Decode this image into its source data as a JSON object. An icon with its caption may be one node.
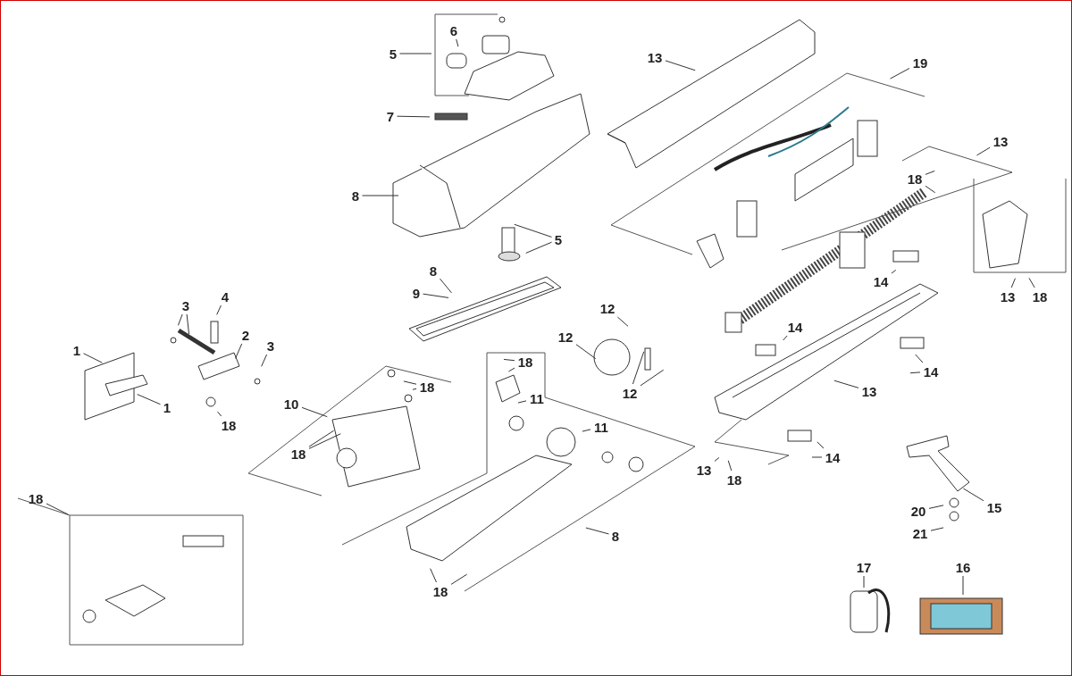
{
  "diagram": {
    "nodes": [
      {
        "text": [
          "5"
        ]
      },
      {
        "text": [
          "6"
        ]
      },
      {
        "text": [
          "7"
        ]
      },
      {
        "text": [
          "8"
        ]
      },
      {
        "text": [
          "13"
        ]
      },
      {
        "text": [
          "19"
        ]
      },
      {
        "text": [
          "5"
        ]
      },
      {
        "text": [
          "8"
        ]
      },
      {
        "text": [
          "9"
        ]
      },
      {
        "text": [
          "13"
        ]
      },
      {
        "text": [
          "18"
        ]
      },
      {
        "text": [
          "13"
        ]
      },
      {
        "text": [
          "18"
        ]
      },
      {
        "text": [
          "14"
        ]
      },
      {
        "text": [
          "3"
        ]
      },
      {
        "text": [
          "4"
        ]
      },
      {
        "text": [
          "2"
        ]
      },
      {
        "text": [
          "3"
        ]
      },
      {
        "text": [
          "1"
        ]
      },
      {
        "text": [
          "1"
        ]
      },
      {
        "text": [
          "18"
        ]
      },
      {
        "text": [
          "10"
        ]
      },
      {
        "text": [
          "18"
        ]
      },
      {
        "text": [
          "18"
        ]
      },
      {
        "text": [
          "12"
        ]
      },
      {
        "text": [
          "12"
        ]
      },
      {
        "text": [
          "12"
        ]
      },
      {
        "text": [
          "18"
        ]
      },
      {
        "text": [
          "11"
        ]
      },
      {
        "text": [
          "11"
        ]
      },
      {
        "text": [
          "14"
        ]
      },
      {
        "text": [
          "14"
        ]
      },
      {
        "text": [
          "13"
        ]
      },
      {
        "text": [
          "13"
        ]
      },
      {
        "text": [
          "18"
        ]
      },
      {
        "text": [
          "14"
        ]
      },
      {
        "text": [
          "15"
        ]
      },
      {
        "text": [
          "20"
        ]
      },
      {
        "text": [
          "21"
        ]
      },
      {
        "text": [
          "8"
        ]
      },
      {
        "text": [
          "18"
        ]
      },
      {
        "text": [
          "18"
        ]
      },
      {
        "text": [
          "17"
        ]
      },
      {
        "text": [
          "16"
        ]
      }
    ],
    "edges": [
      {
        "from": 0,
        "to": null,
        "arrow": "none"
      },
      {
        "from": 1,
        "to": null,
        "arrow": "none"
      },
      {
        "from": 2,
        "to": null,
        "arrow": "none"
      },
      {
        "from": 3,
        "to": null,
        "arrow": "none"
      },
      {
        "from": 4,
        "to": null,
        "arrow": "none"
      },
      {
        "from": 5,
        "to": null,
        "arrow": "none"
      },
      {
        "from": 6,
        "to": null,
        "arrow": "none"
      },
      {
        "from": 6,
        "to": null,
        "arrow": "none"
      },
      {
        "from": 7,
        "to": null,
        "arrow": "none"
      },
      {
        "from": 8,
        "to": null,
        "arrow": "none"
      },
      {
        "from": 9,
        "to": null,
        "arrow": "none"
      },
      {
        "from": 10,
        "to": null,
        "arrow": "none"
      },
      {
        "from": 10,
        "to": null,
        "arrow": "none"
      },
      {
        "from": 11,
        "to": null,
        "arrow": "none"
      },
      {
        "from": 12,
        "to": null,
        "arrow": "none"
      },
      {
        "from": 13,
        "to": null,
        "arrow": "none"
      },
      {
        "from": 14,
        "to": null,
        "arrow": "none"
      },
      {
        "from": 14,
        "to": null,
        "arrow": "none"
      },
      {
        "from": 15,
        "to": null,
        "arrow": "none"
      },
      {
        "from": 16,
        "to": null,
        "arrow": "none"
      },
      {
        "from": 17,
        "to": null,
        "arrow": "none"
      },
      {
        "from": 18,
        "to": null,
        "arrow": "none"
      },
      {
        "from": 19,
        "to": null,
        "arrow": "none"
      },
      {
        "from": 20,
        "to": null,
        "arrow": "none"
      },
      {
        "from": 21,
        "to": null,
        "arrow": "none"
      },
      {
        "from": 22,
        "to": null,
        "arrow": "none"
      },
      {
        "from": 22,
        "to": null,
        "arrow": "none"
      },
      {
        "from": 23,
        "to": null,
        "arrow": "none"
      },
      {
        "from": 23,
        "to": null,
        "arrow": "none"
      },
      {
        "from": 24,
        "to": null,
        "arrow": "none"
      },
      {
        "from": 25,
        "to": null,
        "arrow": "none"
      },
      {
        "from": 26,
        "to": null,
        "arrow": "none"
      },
      {
        "from": 26,
        "to": null,
        "arrow": "none"
      },
      {
        "from": 27,
        "to": null,
        "arrow": "none"
      },
      {
        "from": 27,
        "to": null,
        "arrow": "none"
      },
      {
        "from": 28,
        "to": null,
        "arrow": "none"
      },
      {
        "from": 29,
        "to": null,
        "arrow": "none"
      },
      {
        "from": 30,
        "to": null,
        "arrow": "none"
      },
      {
        "from": 31,
        "to": null,
        "arrow": "none"
      },
      {
        "from": 31,
        "to": null,
        "arrow": "none"
      },
      {
        "from": 32,
        "to": null,
        "arrow": "none"
      },
      {
        "from": 33,
        "to": null,
        "arrow": "none"
      },
      {
        "from": 34,
        "to": null,
        "arrow": "none"
      },
      {
        "from": 35,
        "to": null,
        "arrow": "none"
      },
      {
        "from": 35,
        "to": null,
        "arrow": "none"
      },
      {
        "from": 36,
        "to": null,
        "arrow": "none"
      },
      {
        "from": 37,
        "to": null,
        "arrow": "none"
      },
      {
        "from": 38,
        "to": null,
        "arrow": "none"
      },
      {
        "from": 39,
        "to": null,
        "arrow": "none"
      },
      {
        "from": 40,
        "to": null,
        "arrow": "none"
      },
      {
        "from": 40,
        "to": null,
        "arrow": "none"
      },
      {
        "from": 41,
        "to": null,
        "arrow": "none"
      },
      {
        "from": 42,
        "to": null,
        "arrow": "none"
      },
      {
        "from": 43,
        "to": null,
        "arrow": "none"
      }
    ]
  }
}
